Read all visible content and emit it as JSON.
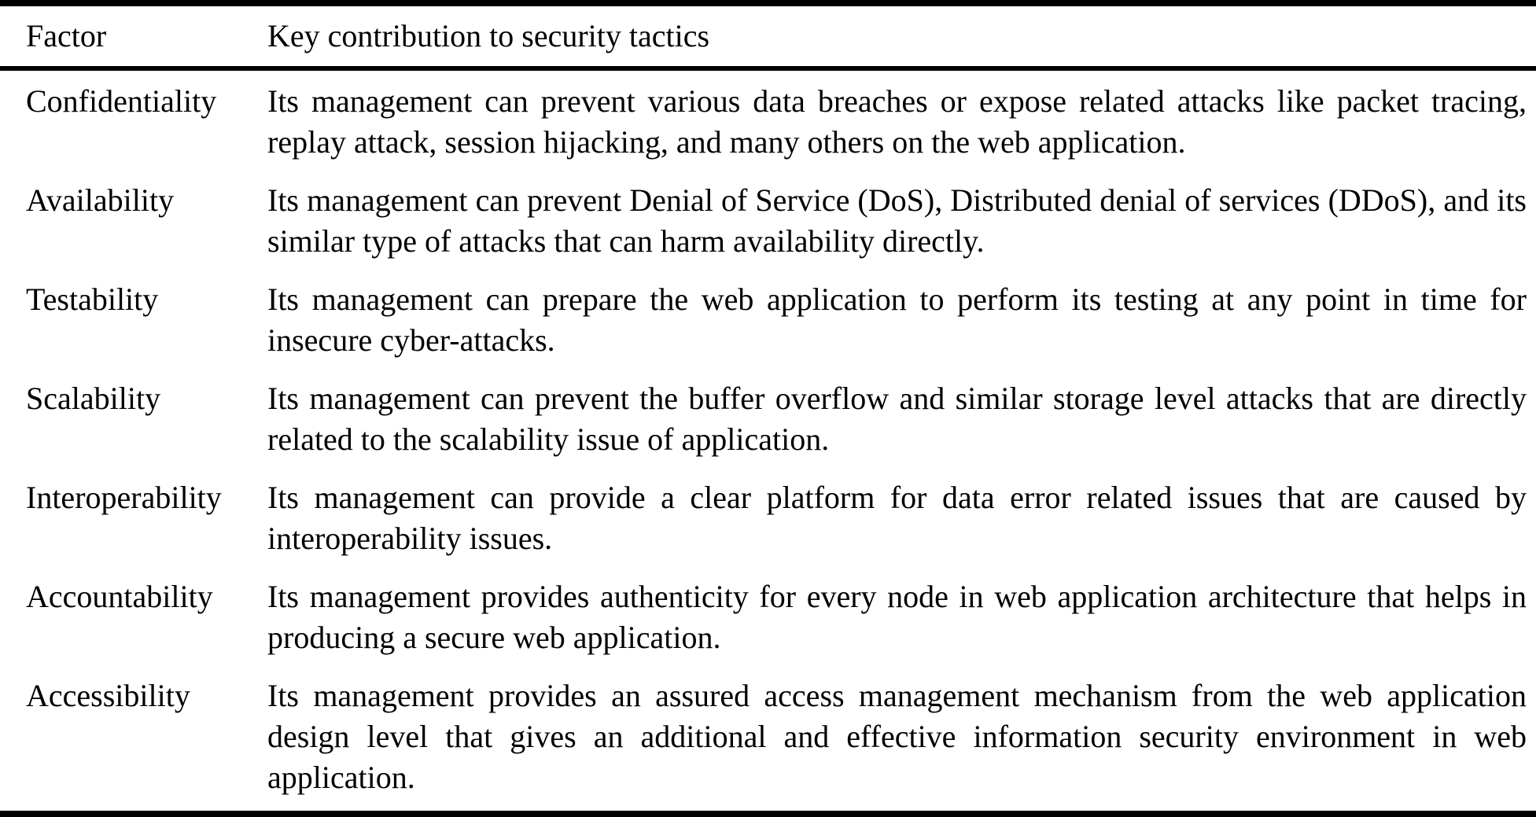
{
  "table": {
    "columns": {
      "factor": "Factor",
      "contribution": "Key contribution to security tactics"
    },
    "rows": [
      {
        "factor": "Confidentiality",
        "contribution": "Its management can prevent various data breaches or expose related attacks like packet tracing, replay attack, session hijacking, and many others on the web application."
      },
      {
        "factor": "Availability",
        "contribution": "Its management can prevent Denial of Service (DoS), Distributed denial of services (DDoS), and its similar type of attacks that can harm availability directly."
      },
      {
        "factor": "Testability",
        "contribution": "Its management can prepare the web application to perform its testing at any point in time for insecure cyber-attacks."
      },
      {
        "factor": "Scalability",
        "contribution": "Its management can prevent the buffer overflow and similar storage level attacks that are directly related to the scalability issue of application."
      },
      {
        "factor": "Interoperability",
        "contribution": "Its management can provide a clear platform for data error related issues that are caused by interoperability issues."
      },
      {
        "factor": "Accountability",
        "contribution": "Its management provides authenticity for every node in web application architecture that helps in producing a secure web application."
      },
      {
        "factor": "Accessibility",
        "contribution": "Its management provides an assured access management mechanism from the web application design level that gives an additional and effective information security environment in web application."
      }
    ],
    "colors": {
      "text": "#000000",
      "background": "#ffffff",
      "rule": "#000000"
    }
  }
}
